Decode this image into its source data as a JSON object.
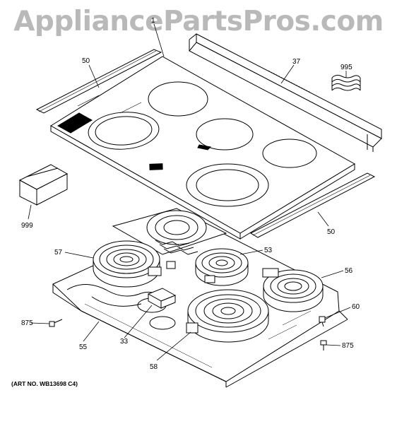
{
  "watermark": "AppliancePartsPros.com",
  "art_number": "(ART NO. WB13698 C4)",
  "callouts": [
    {
      "id": "c-50a",
      "text": "50"
    },
    {
      "id": "c-1",
      "text": "1"
    },
    {
      "id": "c-37",
      "text": "37"
    },
    {
      "id": "c-995",
      "text": "995"
    },
    {
      "id": "c-999",
      "text": "999"
    },
    {
      "id": "c-50b",
      "text": "50"
    },
    {
      "id": "c-57",
      "text": "57"
    },
    {
      "id": "c-53",
      "text": "53"
    },
    {
      "id": "c-56",
      "text": "56"
    },
    {
      "id": "c-60",
      "text": "60"
    },
    {
      "id": "c-875a",
      "text": "875"
    },
    {
      "id": "c-875b",
      "text": "875"
    },
    {
      "id": "c-55",
      "text": "55"
    },
    {
      "id": "c-33",
      "text": "33"
    },
    {
      "id": "c-58",
      "text": "58"
    }
  ]
}
